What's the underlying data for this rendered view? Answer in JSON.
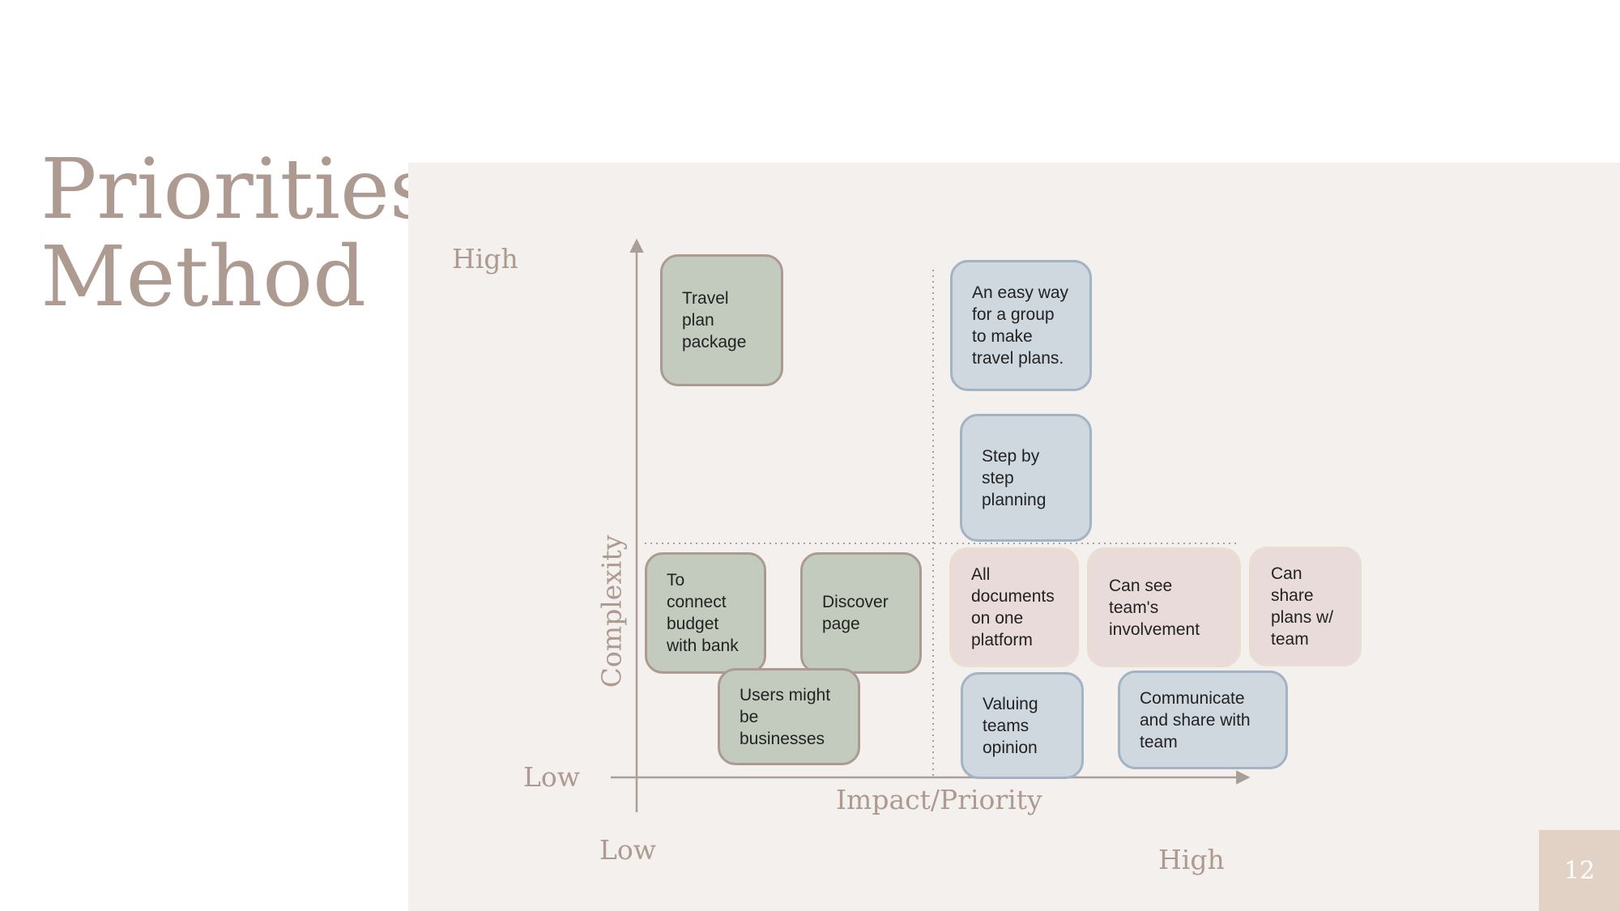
{
  "slide": {
    "title_line1": "Priorities",
    "title_line2": "Method",
    "page_number": "12"
  },
  "matrix": {
    "y_axis_label": "Complexity",
    "x_axis_label": "Impact/Priority",
    "y_high": "High",
    "y_low": "Low",
    "x_low": "Low",
    "x_high": "High"
  },
  "cards": {
    "travel_plan": "Travel plan package",
    "easy_group": "An easy way for a group to make travel plans.",
    "step_by_step": "Step by step planning",
    "connect_budget": "To connect budget with bank",
    "discover": "Discover page",
    "all_documents": "All documents on one platform",
    "team_involvement": "Can see team's involvement",
    "share_plans": "Can share plans w/ team",
    "businesses": "Users might be businesses",
    "valuing_teams": "Valuing teams opinion",
    "communicate": "Communicate and share with team"
  },
  "colors": {
    "accent_text": "#ad9a91",
    "panel_bg": "#f4f0ee",
    "green_card": "#c3cbbe",
    "blue_card": "#cfd7df",
    "pink_card": "#e8dbda"
  }
}
